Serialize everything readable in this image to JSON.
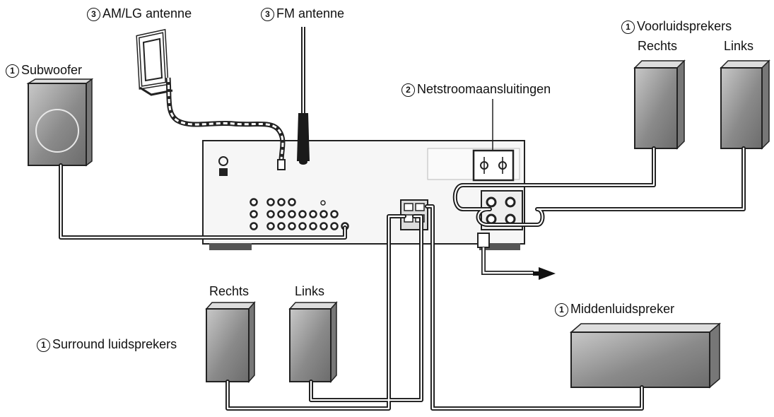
{
  "labels": {
    "am_antenna": {
      "num": "3",
      "text": "AM/LG antenne"
    },
    "fm_antenna": {
      "num": "3",
      "text": "FM antenne"
    },
    "front_speakers": {
      "num": "1",
      "text": "Voorluidsprekers"
    },
    "front_right": "Rechts",
    "front_left": "Links",
    "subwoofer": {
      "num": "1",
      "text": "Subwoofer"
    },
    "power": {
      "num": "2",
      "text": "Netstroomaansluitingen"
    },
    "surround_right": "Rechts",
    "surround_left": "Links",
    "surround_speakers": {
      "num": "1",
      "text": "Surround luidsprekers"
    },
    "center_speaker": {
      "num": "1",
      "text": "Middenluidspreker"
    }
  },
  "colors": {
    "line": "#1a1a1a",
    "speaker_fill": "#8c8c8c",
    "panel_fill": "#f4f4f4"
  },
  "icons": [
    "subwoofer-icon",
    "speaker-icon",
    "am-loop-antenna-icon",
    "fm-wire-antenna-icon",
    "receiver-rear-panel-icon",
    "power-outlet-icon",
    "arrow-right-icon"
  ]
}
